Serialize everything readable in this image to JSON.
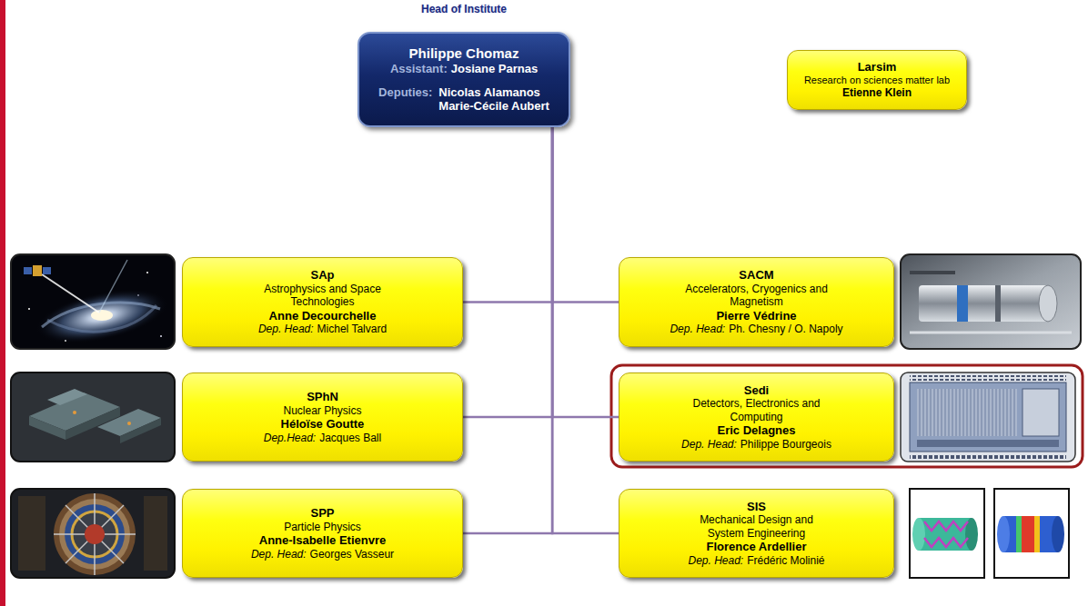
{
  "diagram": {
    "title": "Head of Institute",
    "nodes": [
      {
        "text": [
          "Philippe Chomaz",
          "Assistant:",
          "Josiane Parnas",
          "Deputies:",
          "Nicolas Alamanos",
          "Marie-Cécile Aubert"
        ]
      },
      {
        "text": [
          "Larsim",
          "Research on sciences matter lab",
          "Etienne Klein"
        ]
      },
      {
        "text": [
          "SAp",
          "Astrophysics and Space Technologies",
          "Anne Decourchelle",
          "Dep. Head:",
          "Michel Talvard"
        ]
      },
      {
        "text": [
          "SACM",
          "Accelerators, Cryogenics and Magnetism",
          "Pierre Védrine",
          "Dep. Head:",
          "Ph. Chesny / O. Napoly"
        ]
      },
      {
        "text": [
          "SPhN",
          "Nuclear Physics",
          "Héloïse Goutte",
          "Dep.Head:",
          "Jacques Ball"
        ]
      },
      {
        "text": [
          "Sedi",
          "Detectors, Electronics and Computing",
          "Eric Delagnes",
          "Dep. Head:",
          "Philippe Bourgeois"
        ]
      },
      {
        "text": [
          "SPP",
          "Particle Physics",
          "Anne-Isabelle Etienvre",
          "Dep. Head:",
          "Georges Vasseur"
        ]
      },
      {
        "text": [
          "SIS",
          "Mechanical Design and System Engineering",
          "Florence Ardellier",
          "Dep. Head:",
          "Frédéric Molinié"
        ]
      }
    ],
    "edges": [
      {
        "from": 0,
        "to": 2,
        "arrow": "none"
      },
      {
        "from": 0,
        "to": 3,
        "arrow": "none"
      },
      {
        "from": 0,
        "to": 4,
        "arrow": "none"
      },
      {
        "from": 0,
        "to": 5,
        "arrow": "none"
      },
      {
        "from": 0,
        "to": 6,
        "arrow": "none"
      },
      {
        "from": 0,
        "to": 7,
        "arrow": "none"
      }
    ]
  }
}
